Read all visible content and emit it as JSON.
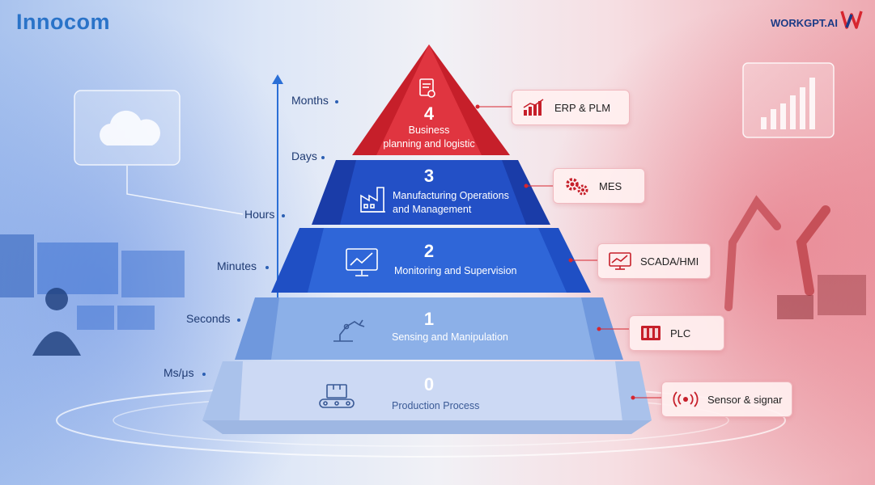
{
  "brand": {
    "left_logo": "Innocom",
    "right_logo": "WORKGPT.AI"
  },
  "timescale": {
    "labels": [
      "Months",
      "Days",
      "Hours",
      "Minutes",
      "Seconds",
      "Ms/μs"
    ]
  },
  "tiers": [
    {
      "number": "4",
      "title_line1": "Business",
      "title_line2": "planning and logistic",
      "icon": "document-icon",
      "color": "#d7262f"
    },
    {
      "number": "3",
      "title_line1": "Manufacturing Operations",
      "title_line2": "and Management",
      "icon": "factory-icon",
      "color": "#1f48c0"
    },
    {
      "number": "2",
      "title_line1": "Monitoring and Supervision",
      "title_line2": "",
      "icon": "monitor-chart-icon",
      "color": "#2d62d6"
    },
    {
      "number": "1",
      "title_line1": "Sensing and Manipulation",
      "title_line2": "",
      "icon": "robot-arm-icon",
      "color": "#5b8ad6"
    },
    {
      "number": "0",
      "title_line1": "Production Process",
      "title_line2": "",
      "icon": "conveyor-box-icon",
      "color": "#b9cdef"
    }
  ],
  "systems": [
    {
      "label": "ERP & PLM",
      "icon": "bar-chart-icon"
    },
    {
      "label": "MES",
      "icon": "gears-icon"
    },
    {
      "label": "SCADA/HMI",
      "icon": "monitor-trend-icon"
    },
    {
      "label": "PLC",
      "icon": "plc-icon"
    },
    {
      "label": "Sensor & signar",
      "icon": "signal-icon"
    }
  ],
  "colors": {
    "accent_red": "#d7262f",
    "accent_blue": "#1f48c0",
    "label_blue": "#1f3b73"
  }
}
